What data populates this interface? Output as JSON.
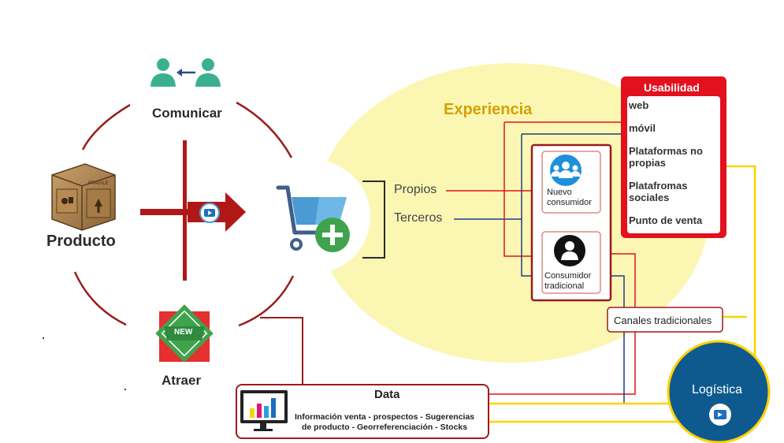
{
  "colors": {
    "dark_red": "#9b1b1b",
    "red": "#e3101d",
    "yellow_bg": "#fbf7b3",
    "yellow_line": "#ffd200",
    "gold_text": "#d4a000",
    "navy_line": "#1f3b8c",
    "logistics_blue": "#0e5a8f",
    "green": "#3fa34d",
    "cart_blue": "#4a9bd4"
  },
  "left_cycle": {
    "top_label": "Comunicar",
    "left_label": "Producto",
    "bottom_label": "Atraer",
    "new_badge": "NEW",
    "box_label": "FRAGILE"
  },
  "channels": {
    "own": "Propios",
    "third": "Terceros"
  },
  "experience": {
    "title": "Experiencia",
    "new_consumer": "Nuevo consumidor",
    "traditional_consumer": "Consumidor tradicional",
    "traditional_channels": "Canales tradicionales"
  },
  "usability": {
    "title": "Usabilidad",
    "items": [
      "web",
      "móvil",
      "Plataformas no propias",
      "Platafromas sociales",
      "Punto de venta"
    ]
  },
  "data_box": {
    "title": "Data",
    "line1": "Información venta - prospectos - Sugerencias",
    "line2": "de producto - Georreferenciación - Stocks"
  },
  "logistics": {
    "label": "Logística"
  },
  "icons": {
    "communicate": "people-arrow-icon",
    "product": "cardboard-box-icon",
    "attract": "new-badge-icon",
    "cart": "shopping-cart-plus-icon",
    "new_consumer": "group-icon",
    "traditional_consumer": "person-icon",
    "data": "monitor-chart-icon",
    "video": "play-icon"
  }
}
